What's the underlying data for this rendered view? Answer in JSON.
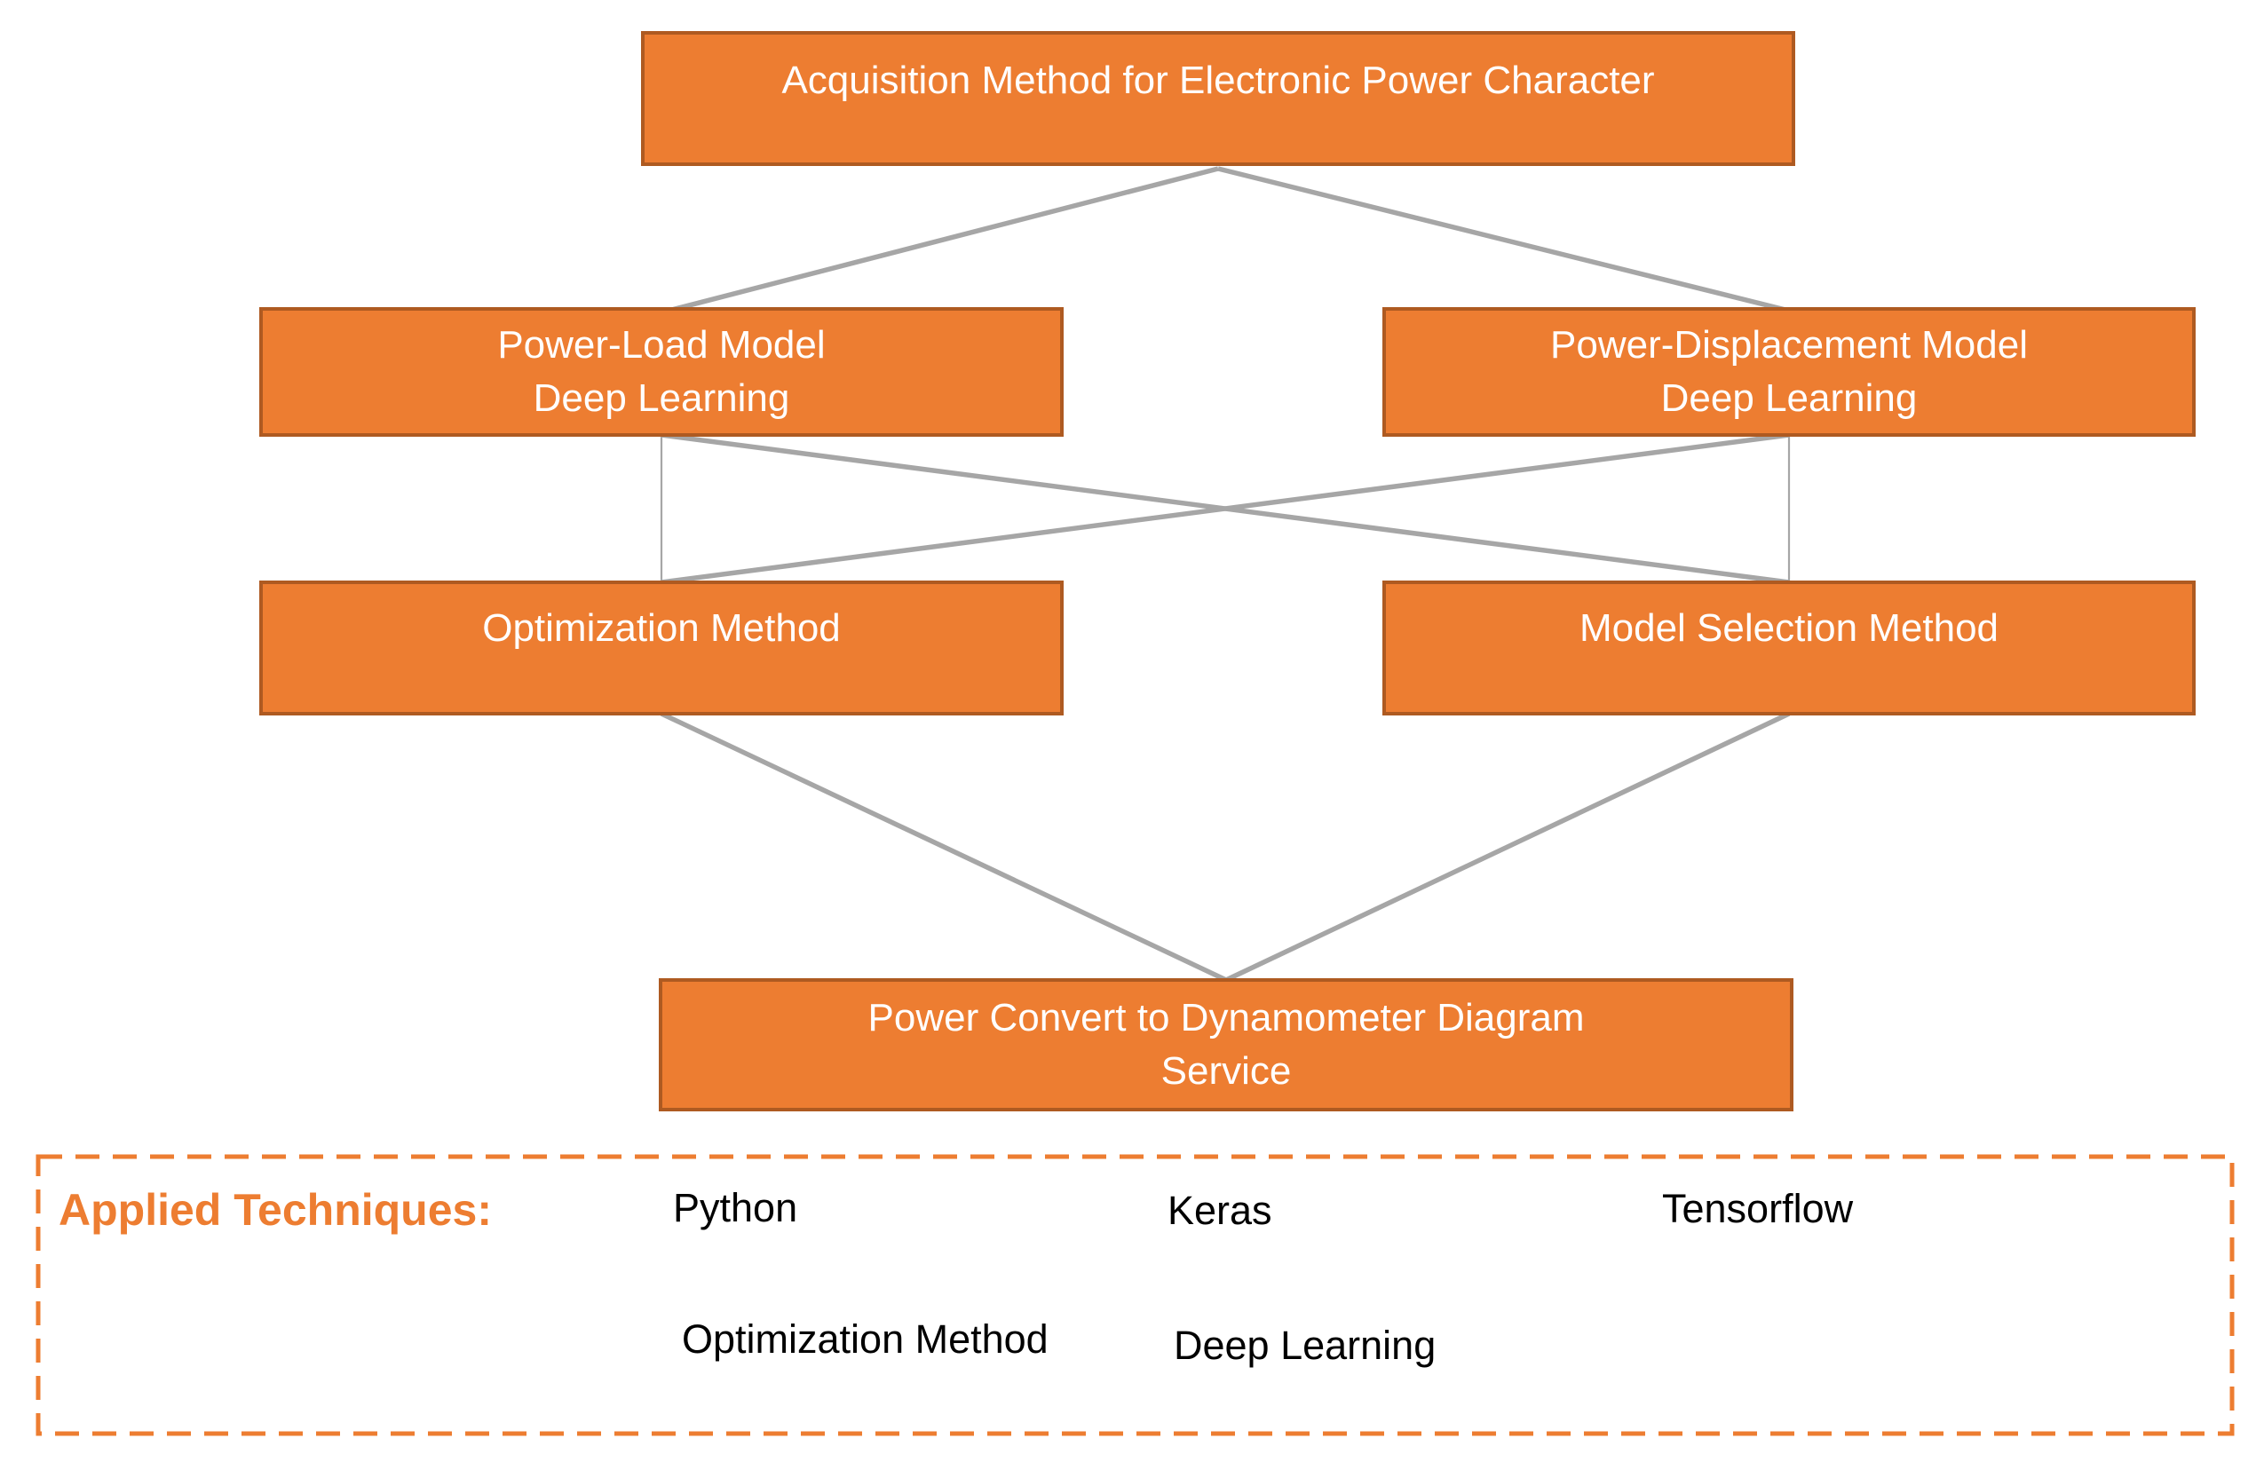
{
  "colors": {
    "node_fill": "#ED7D31",
    "node_border": "#AE5A21",
    "connector": "#A6A6A6",
    "accent": "#ED7D31",
    "text_on_node": "#FFFFFF",
    "text_dark": "#000000",
    "background": "#FFFFFF"
  },
  "diagram": {
    "nodes": {
      "acquisition": {
        "lines": [
          "Acquisition Method for Electronic Power Character"
        ]
      },
      "power_load": {
        "lines": [
          "Power-Load Model",
          "Deep Learning"
        ]
      },
      "power_displacement": {
        "lines": [
          "Power-Displacement Model",
          "Deep Learning"
        ]
      },
      "optimization": {
        "lines": [
          "Optimization Method"
        ]
      },
      "model_selection": {
        "lines": [
          "Model Selection Method"
        ]
      },
      "service": {
        "lines": [
          "Power Convert to Dynamometer Diagram",
          "Service"
        ]
      }
    },
    "edges": [
      "acquisition -> power_load",
      "acquisition -> power_displacement",
      "power_load -> optimization",
      "power_load -> model_selection",
      "power_displacement -> optimization",
      "power_displacement -> model_selection",
      "optimization -> service",
      "model_selection -> service"
    ]
  },
  "applied_techniques": {
    "heading": "Applied Techniques:",
    "items_row1": [
      "Python",
      "Keras",
      "Tensorflow"
    ],
    "items_row2": [
      "Optimization Method",
      "Deep Learning"
    ]
  }
}
